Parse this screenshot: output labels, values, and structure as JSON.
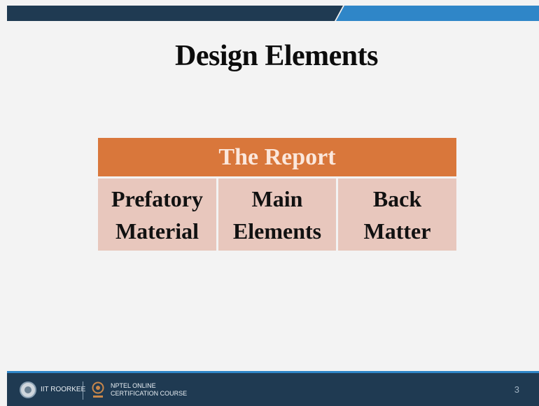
{
  "slide": {
    "title": "Design Elements",
    "table": {
      "header": "The Report",
      "cells": [
        {
          "line1": "Prefatory",
          "line2": "Material"
        },
        {
          "line1": "Main",
          "line2": "Elements"
        },
        {
          "line1": "Back",
          "line2": "Matter"
        }
      ]
    }
  },
  "footer": {
    "institute": "IIT ROORKEE",
    "course_line1": "NPTEL ONLINE",
    "course_line2": "CERTIFICATION COURSE",
    "page_number": "3"
  },
  "colors": {
    "header_bg": "#d9773b",
    "cell_bg": "#e8c7bd",
    "footer_bg": "#1f3a52",
    "accent_blue": "#2f86c8"
  }
}
